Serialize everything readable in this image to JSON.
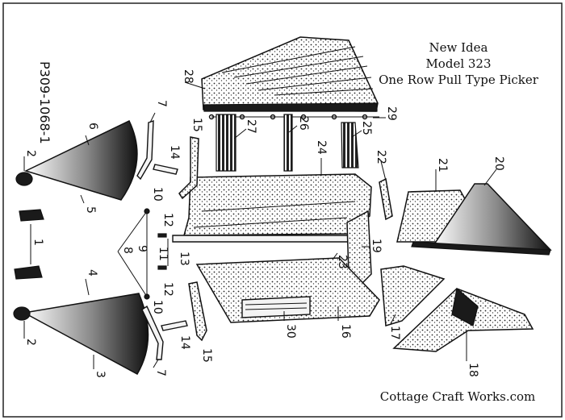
{
  "title": {
    "line1": "New Idea",
    "line2": "Model 323",
    "line3": "One Row Pull Type Picker"
  },
  "part_number": "P309-1068-1",
  "credit": "Cottage Craft Works.com",
  "labels": {
    "l1": "1",
    "l2a": "2",
    "l2b": "2",
    "l3": "3",
    "l4": "4",
    "l5": "5",
    "l6": "6",
    "l7a": "7",
    "l7b": "7",
    "l8": "8",
    "l9": "9",
    "l10a": "10",
    "l10b": "10",
    "l11": "11",
    "l12a": "12",
    "l12b": "12",
    "l13": "13",
    "l14a": "14",
    "l14b": "14",
    "l15a": "15",
    "l15b": "15",
    "l16": "16",
    "l17": "17",
    "l18": "18",
    "l19": "19",
    "l20": "20",
    "l21": "21",
    "l22": "22",
    "l23": "23",
    "l24": "24",
    "l25": "25",
    "l26": "26",
    "l27": "27",
    "l28": "28",
    "l29": "29",
    "l30": "30"
  }
}
